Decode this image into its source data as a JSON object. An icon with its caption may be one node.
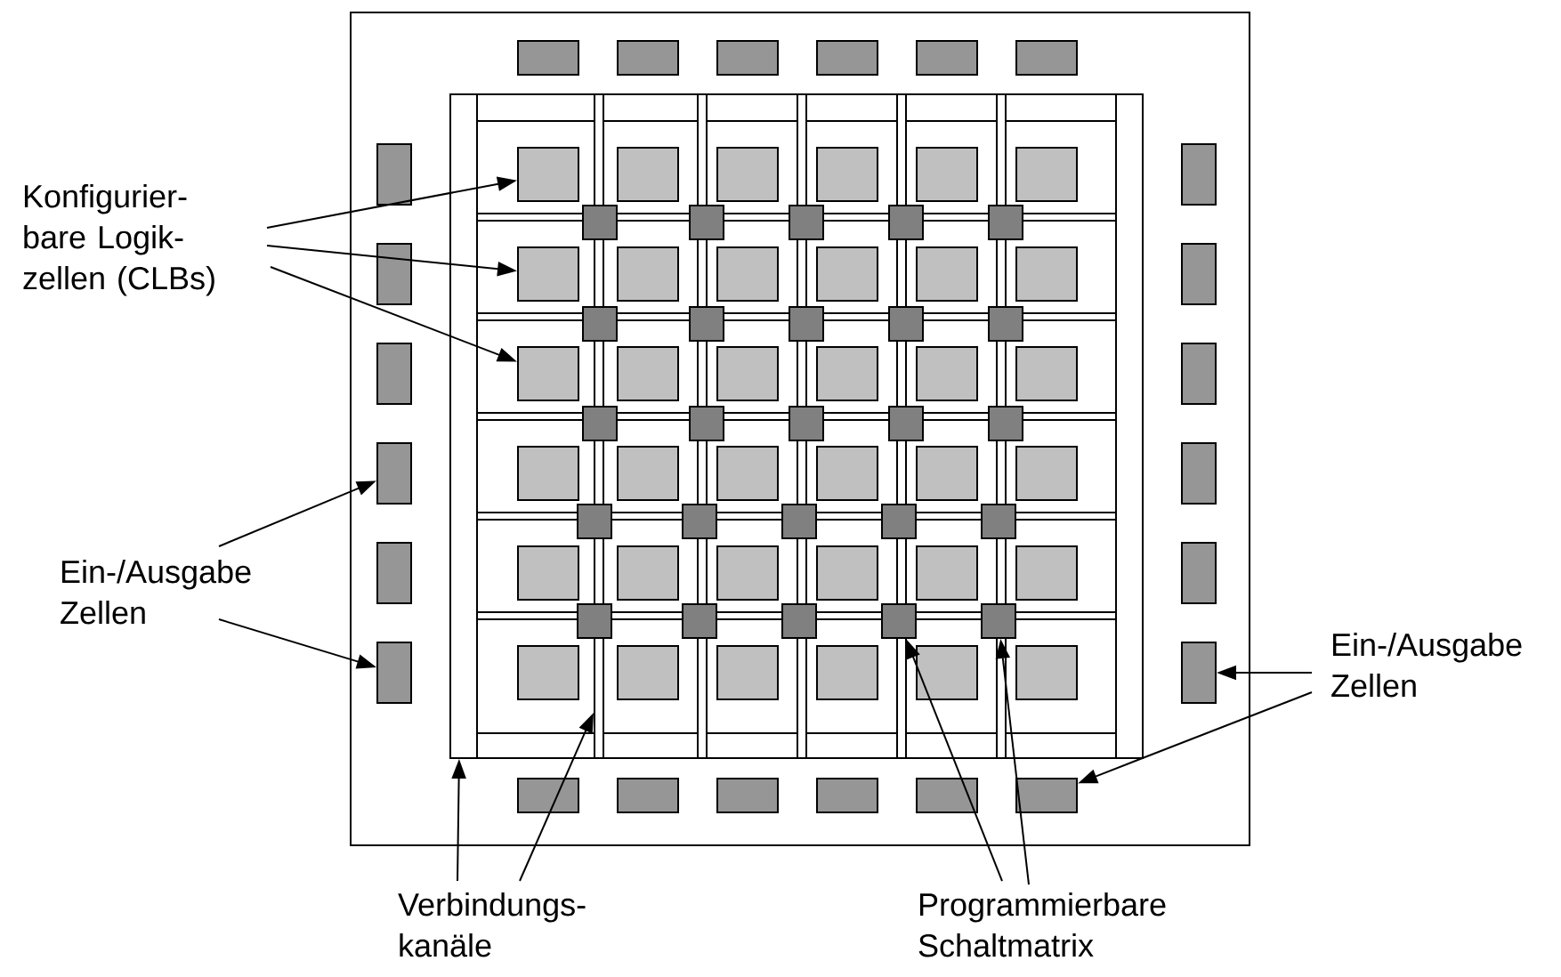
{
  "diagram": {
    "nodes": [
      {
        "text": [
          "Konfigurier- bare Logik- zellen (CLBs)"
        ]
      },
      {
        "text": [
          "Ein-/Ausgabe Zellen"
        ]
      },
      {
        "text": [
          "Ein-/Ausgabe Zellen"
        ]
      },
      {
        "text": [
          "Verbindungs- kanäle"
        ]
      },
      {
        "text": [
          "Programmierbare Schaltmatrix"
        ]
      },
      {
        "text": [],
        "shape": "box"
      },
      {
        "text": [],
        "shape": "box"
      },
      {
        "text": [],
        "shape": "box"
      },
      {
        "text": [],
        "shape": "box"
      },
      {
        "text": [],
        "shape": "box"
      },
      {
        "text": [],
        "shape": "box"
      },
      {
        "text": [],
        "shape": "box"
      },
      {
        "text": [],
        "shape": "box"
      },
      {
        "text": [],
        "shape": "box"
      },
      {
        "text": [],
        "shape": "box"
      },
      {
        "text": [],
        "shape": "box"
      },
      {
        "text": [],
        "shape": "box"
      },
      {
        "text": [],
        "shape": "box"
      },
      {
        "text": [],
        "shape": "box"
      },
      {
        "text": [],
        "shape": "box"
      },
      {
        "text": [],
        "shape": "box"
      },
      {
        "text": [],
        "shape": "box"
      },
      {
        "text": [],
        "shape": "box"
      },
      {
        "text": [],
        "shape": "box"
      },
      {
        "text": [],
        "shape": "box"
      },
      {
        "text": [],
        "shape": "box"
      },
      {
        "text": [],
        "shape": "box"
      },
      {
        "text": [],
        "shape": "box"
      },
      {
        "text": [],
        "shape": "box"
      },
      {
        "text": [],
        "shape": "box"
      },
      {
        "text": [],
        "shape": "box"
      },
      {
        "text": [],
        "shape": "box"
      },
      {
        "text": [],
        "shape": "box"
      },
      {
        "text": [],
        "shape": "box"
      },
      {
        "text": [],
        "shape": "box"
      },
      {
        "text": [],
        "shape": "box"
      },
      {
        "text": [],
        "shape": "box"
      },
      {
        "text": [],
        "shape": "box"
      },
      {
        "text": [],
        "shape": "box"
      },
      {
        "text": [],
        "shape": "box"
      },
      {
        "text": [],
        "shape": "box"
      },
      {
        "text": [],
        "shape": "box"
      },
      {
        "text": [],
        "shape": "box"
      },
      {
        "text": [],
        "shape": "box"
      },
      {
        "text": [],
        "shape": "box"
      },
      {
        "text": [],
        "shape": "box"
      },
      {
        "text": [],
        "shape": "box"
      },
      {
        "text": [],
        "shape": "box"
      },
      {
        "text": [],
        "shape": "box"
      },
      {
        "text": [],
        "shape": "box"
      },
      {
        "text": [],
        "shape": "box"
      },
      {
        "text": [],
        "shape": "box"
      },
      {
        "text": [],
        "shape": "box"
      },
      {
        "text": [],
        "shape": "box"
      },
      {
        "text": [],
        "shape": "box"
      },
      {
        "text": [],
        "shape": "box"
      },
      {
        "text": [],
        "shape": "box"
      },
      {
        "text": [],
        "shape": "box"
      },
      {
        "text": [],
        "shape": "box"
      },
      {
        "text": [],
        "shape": "box"
      },
      {
        "text": [],
        "shape": "box"
      },
      {
        "text": [],
        "shape": "box"
      },
      {
        "text": [],
        "shape": "box"
      },
      {
        "text": [],
        "shape": "box"
      },
      {
        "text": [],
        "shape": "box"
      },
      {
        "text": [],
        "shape": "box"
      },
      {
        "text": [],
        "shape": "box"
      },
      {
        "text": [],
        "shape": "box"
      },
      {
        "text": [],
        "shape": "box"
      },
      {
        "text": [],
        "shape": "box"
      },
      {
        "text": [],
        "shape": "box"
      },
      {
        "text": [],
        "shape": "box"
      },
      {
        "text": [],
        "shape": "box"
      },
      {
        "text": [],
        "shape": "box"
      },
      {
        "text": [],
        "shape": "box"
      },
      {
        "text": [],
        "shape": "box"
      },
      {
        "text": [],
        "shape": "box"
      },
      {
        "text": [],
        "shape": "box"
      },
      {
        "text": [],
        "shape": "box"
      },
      {
        "text": [],
        "shape": "box"
      },
      {
        "text": [],
        "shape": "box"
      },
      {
        "text": [],
        "shape": "box"
      },
      {
        "text": [],
        "shape": "box"
      },
      {
        "text": [],
        "shape": "box"
      },
      {
        "text": [],
        "shape": "box"
      },
      {
        "text": [],
        "shape": "box"
      },
      {
        "text": [],
        "shape": "box"
      },
      {
        "text": [],
        "shape": "box"
      },
      {
        "text": [],
        "shape": "box"
      },
      {
        "text": [],
        "shape": "box"
      },
      {
        "text": [],
        "shape": "bar"
      },
      {
        "text": [],
        "shape": "bar"
      },
      {
        "text": [],
        "shape": "bar"
      },
      {
        "text": [],
        "shape": "bar"
      },
      {
        "text": [],
        "shape": "bar"
      },
      {
        "text": [],
        "shape": "bar"
      },
      {
        "text": [],
        "shape": "bar"
      },
      {
        "text": [],
        "shape": "bar"
      },
      {
        "text": [],
        "shape": "bar"
      },
      {
        "text": [],
        "shape": "bar"
      },
      {
        "text": [],
        "shape": "bar"
      },
      {
        "text": [],
        "shape": "bar"
      }
    ],
    "edges": [
      {
        "from": 0,
        "to": 12,
        "arrow": "to"
      },
      {
        "from": 0,
        "to": 25,
        "arrow": "to"
      },
      {
        "from": 0,
        "to": 38,
        "arrow": "to"
      },
      {
        "from": 1,
        "to": 50,
        "arrow": "to"
      },
      {
        "from": 1,
        "to": 76,
        "arrow": "to"
      },
      {
        "from": 2,
        "to": 83,
        "arrow": "to"
      },
      {
        "from": 2,
        "to": 89,
        "arrow": "to"
      },
      {
        "from": 3,
        "to": 90,
        "arrow": "to"
      },
      {
        "from": 3,
        "to": 91,
        "arrow": "to"
      },
      {
        "from": 4,
        "to": 74,
        "arrow": "to"
      },
      {
        "from": 4,
        "to": 75,
        "arrow": "to"
      }
    ]
  }
}
